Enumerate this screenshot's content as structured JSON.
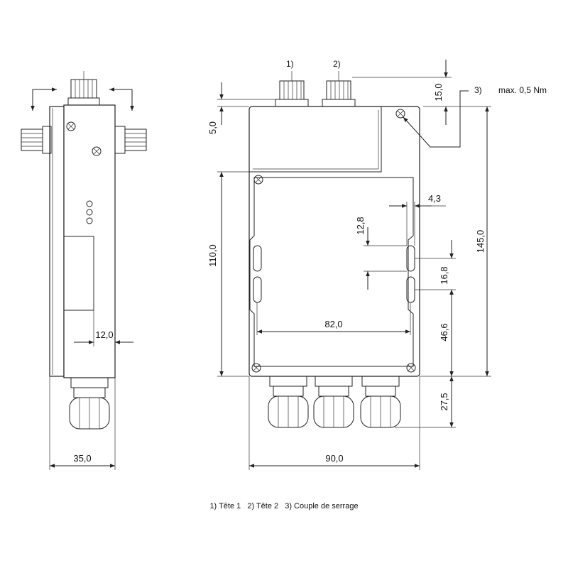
{
  "labels": {
    "head1": "1)",
    "head2": "2)",
    "callout3": "3)",
    "torque": "max. 0,5 Nm"
  },
  "dimensions": {
    "d15": "15,0",
    "d5": "5,0",
    "d145": "145,0",
    "d110": "110,0",
    "d43": "4,3",
    "d128": "12,8",
    "d168": "16,8",
    "d466": "46,6",
    "d820": "82,0",
    "d275": "27,5",
    "d900": "90,0",
    "d120": "12,0",
    "d350": "35,0"
  },
  "legend": {
    "item1": "1) Tête 1",
    "item2": "2) Tête 2",
    "item3": "3) Couple de serrage"
  },
  "colors": {
    "line": "#222222",
    "background": "#ffffff"
  }
}
